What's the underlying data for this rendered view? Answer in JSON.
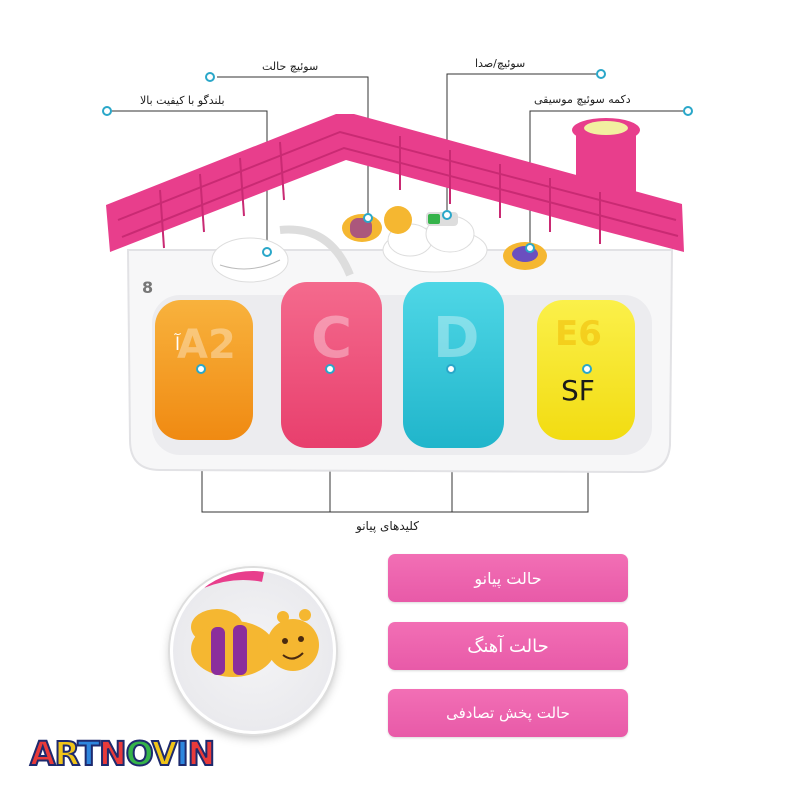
{
  "callouts": {
    "mode_switch": "سوئیچ حالت",
    "speaker": "بلندگو با کیفیت بالا",
    "volume_switch": "سوئیچ/صدا",
    "music_button": "دکمه سوئیچ موسیقی",
    "piano_keys": "کلیدهای پیانو"
  },
  "toy": {
    "number_badge": "8",
    "key_labels": {
      "orange": "آ",
      "pink": "C",
      "cyan": "D",
      "yellow": "SF"
    }
  },
  "modes": [
    {
      "label": "حالت پیانو"
    },
    {
      "label": "حالت آهنگ"
    },
    {
      "label": "حالت پخش تصادفی"
    }
  ],
  "brand": {
    "letters": [
      "A",
      "R",
      "T",
      "N",
      "O",
      "V",
      "I",
      "N"
    ],
    "colors": [
      "#e83a3a",
      "#f0c419",
      "#2e86de",
      "#e83a3a",
      "#35b34a",
      "#f0c419",
      "#2e86de",
      "#e83a3a"
    ]
  },
  "colors": {
    "roof": "#e83e8c",
    "accent": "#2aa7c9",
    "key_orange": "#f59a1e",
    "key_pink": "#ee4f79",
    "key_cyan": "#2fc6d8",
    "key_yellow": "#f6e52a"
  }
}
